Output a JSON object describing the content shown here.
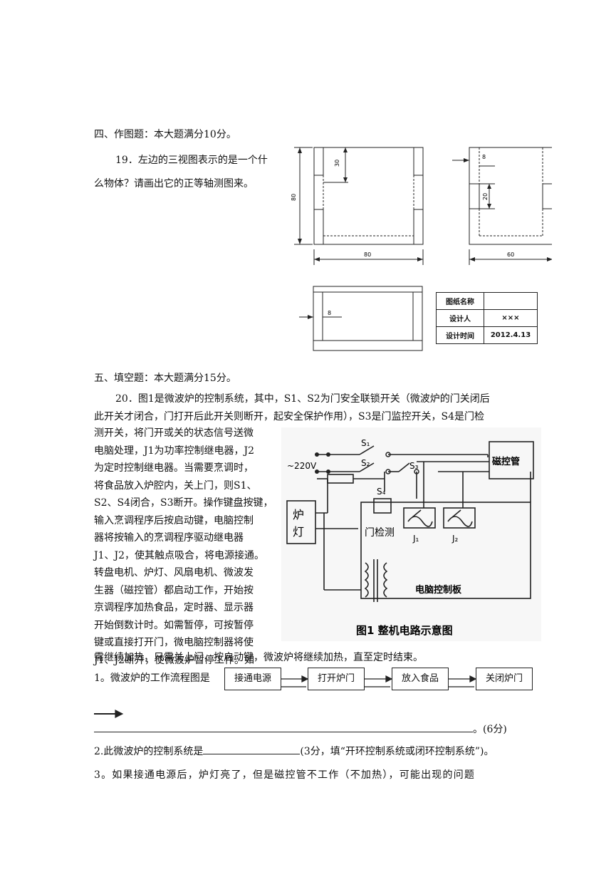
{
  "section4": {
    "heading": "四、作图题：本大题满分10分。",
    "q19_line1": "19．左边的三视图表示的是一个什",
    "q19_line2": "么物体？请画出它的正等轴测图来。"
  },
  "views": {
    "front": {
      "dim_height": "80",
      "dim_width": "80",
      "dim_inner": "30"
    },
    "side": {
      "dim_top": "8",
      "dim_inner": "20",
      "dim_width": "60"
    },
    "top": {
      "dim_side": "8"
    }
  },
  "title_block": {
    "rows": [
      {
        "label": "图纸名称",
        "value": ""
      },
      {
        "label": "设计人",
        "value": "×××"
      },
      {
        "label": "设计时间",
        "value": "2012.4.13"
      }
    ]
  },
  "section5": {
    "heading": "五、填空题：本大题满分15分。",
    "q20_line1": "20．图1是微波炉的控制系统，其中，S1、S2为门安全联锁开关（微波炉的门关闭后",
    "q20_line2": "此开关才闭合，门打开后此开关则断开，起安全保护作用），S3是门监控开关，S4是门检",
    "q20_wrap": [
      "测开关，将门开或关的状态信号送微",
      "电脑处理，J1为功率控制继电器，J2",
      "为定时控制继电器。当需要烹调时，",
      "将食品放入炉腔内，关上门，则S1、",
      "S2、S4闭合，S3断开。操作键盘按键，",
      "输入烹调程序后按启动键，电脑控制",
      "器将按输入的烹调程序驱动继电器",
      "J1、J2，使其触点吸合，将电源接通。",
      "转盘电机、炉灯、风扇电机、微波发",
      "生器（磁控管）都启动工作，开始按",
      "京调程序加热食品，定时器、显示器",
      "开始倒数计时。如需暂停，可按暂停",
      "键或直接打开门，微电脑控制器将使",
      "J1、J2断开，使微波炉暂停工作。如"
    ],
    "q20_last": "需继续加热，只需关上门，按启动键，微波炉将继续加热，直至定时结束。"
  },
  "circuit": {
    "voltage": "~220V",
    "s1": "S₁",
    "s2": "S₂",
    "s3": "S₃",
    "s4": "S₄",
    "magnetron": "磁控管",
    "lamp_1": "炉",
    "lamp_2": "灯",
    "door_detect": "门检测",
    "j1": "J₁",
    "j2": "J₂",
    "board": "电脑控制板",
    "caption": "图1   整机电路示意图"
  },
  "questions": {
    "q1_prefix": "1。微波炉的工作流程图是",
    "flow_boxes": [
      "接通电源",
      "打开炉门",
      "放入食品",
      "关闭炉门"
    ],
    "q1_score": "。(6分)",
    "q2_prefix": "2.此微波炉的控制系统是",
    "q2_suffix": "(3分，填“开环控制系统或闭环控制系统”)。",
    "q3": "3。如果接通电源后，炉灯亮了，但是磁控管不工作（不加热），可能出现的问题"
  }
}
